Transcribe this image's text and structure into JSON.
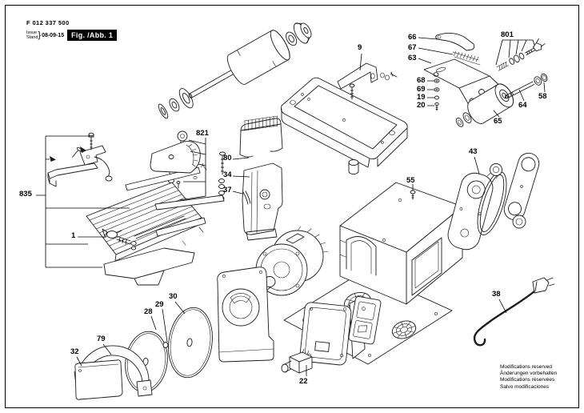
{
  "doc": {
    "part_number": "F 012 337 500",
    "issue_label_en": "Issue",
    "issue_label_de": "Stand",
    "issue_brace": "}",
    "issue_date": "08-09-15",
    "figure_label": "Fig. /Abb. 1",
    "footer_lines": [
      "Modifications reserved",
      "Änderungen vorbehalten",
      "Modifications réservées",
      "Salvo modificaciones"
    ]
  },
  "diagram": {
    "description": "Exploded-view spare parts drawing (Fig. 1) of a bench-mounted power tool: armature, base frame, housing cover, motor, belt drive, grinding discs, wheel guard, table with mitre gauge and fence, switch and power cord.",
    "part_labels": [
      {
        "label": "9"
      },
      {
        "label": "66"
      },
      {
        "label": "67"
      },
      {
        "label": "63"
      },
      {
        "label": "801"
      },
      {
        "label": "68"
      },
      {
        "label": "69"
      },
      {
        "label": "19"
      },
      {
        "label": "20"
      },
      {
        "label": "58"
      },
      {
        "label": "64"
      },
      {
        "label": "65"
      },
      {
        "label": "55"
      },
      {
        "label": "43"
      },
      {
        "label": "38"
      },
      {
        "label": "821"
      },
      {
        "label": "80"
      },
      {
        "label": "34"
      },
      {
        "label": "37"
      },
      {
        "label": "835"
      },
      {
        "label": "1"
      },
      {
        "label": "30"
      },
      {
        "label": "29"
      },
      {
        "label": "28"
      },
      {
        "label": "79"
      },
      {
        "label": "32"
      },
      {
        "label": "22"
      }
    ]
  }
}
